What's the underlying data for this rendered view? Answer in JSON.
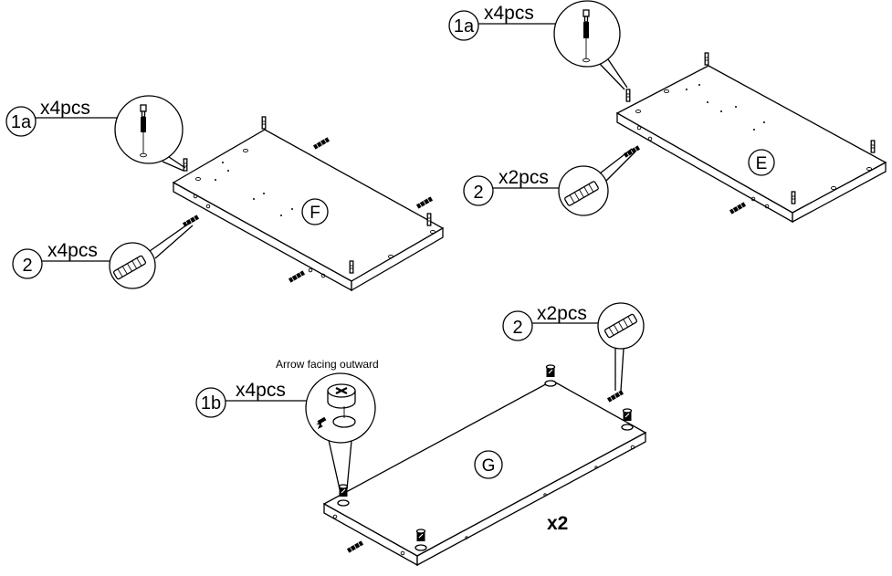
{
  "parts": {
    "1a": "1a",
    "1b": "1b",
    "2": "2"
  },
  "quantities": {
    "x4": "x4pcs",
    "x2": "x2pcs"
  },
  "panels": {
    "F": "F",
    "E": "E",
    "G": "G"
  },
  "notes": {
    "arrow_facing": "Arrow facing outward",
    "multiplier": "x2"
  }
}
